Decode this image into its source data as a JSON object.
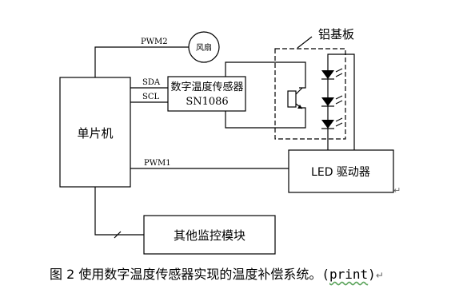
{
  "diagram": {
    "mcu_label": "单片机",
    "fan_label": "风扇",
    "sensor_line1": "数字温度传感器",
    "sensor_line2": "SN1086",
    "led_driver_label": "LED 驱动器",
    "other_label": "其他监控模块",
    "aluminum_label": "铝基板",
    "signal_pwm2": "PWM2",
    "signal_sda": "SDA",
    "signal_scl": "SCL",
    "signal_pwm1": "PWM1",
    "paragraph_mark": "↵"
  },
  "caption": {
    "text": "图 2 使用数字温度传感器实现的温度补偿系统。",
    "suffix_open": "(",
    "suffix_word": "print",
    "suffix_close": ")",
    "paragraph_mark": "↵"
  },
  "colors": {
    "line": "#000000",
    "proofing_underline": "#5aa35a"
  }
}
